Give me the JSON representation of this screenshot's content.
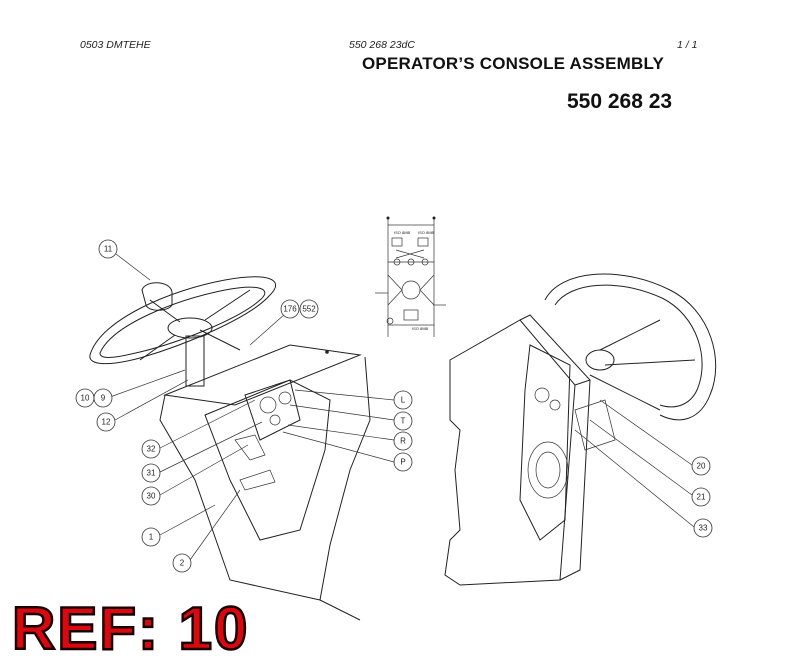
{
  "header": {
    "doc_code": "0503 DMTEHE",
    "drawing_code": "550 268 23dC",
    "page": "1 /   1"
  },
  "title": "OPERATOR’S CONSOLE ASSEMBLY",
  "part_number": "550 268 23",
  "ref_label": "REF: 10",
  "schematic": {
    "labels": [
      "ISO 8MB",
      "ISO 8MB",
      "ISO 8MB"
    ]
  },
  "callouts": {
    "c11": "11",
    "c176": "176",
    "c552": "552",
    "c10": "10",
    "c9": "9",
    "c12": "12",
    "c32": "32",
    "c31": "31",
    "c30": "30",
    "c1": "1",
    "c2": "2",
    "cL": "L",
    "cT": "T",
    "cR": "R",
    "cP": "P",
    "c20": "20",
    "c21": "21",
    "c33": "33"
  }
}
